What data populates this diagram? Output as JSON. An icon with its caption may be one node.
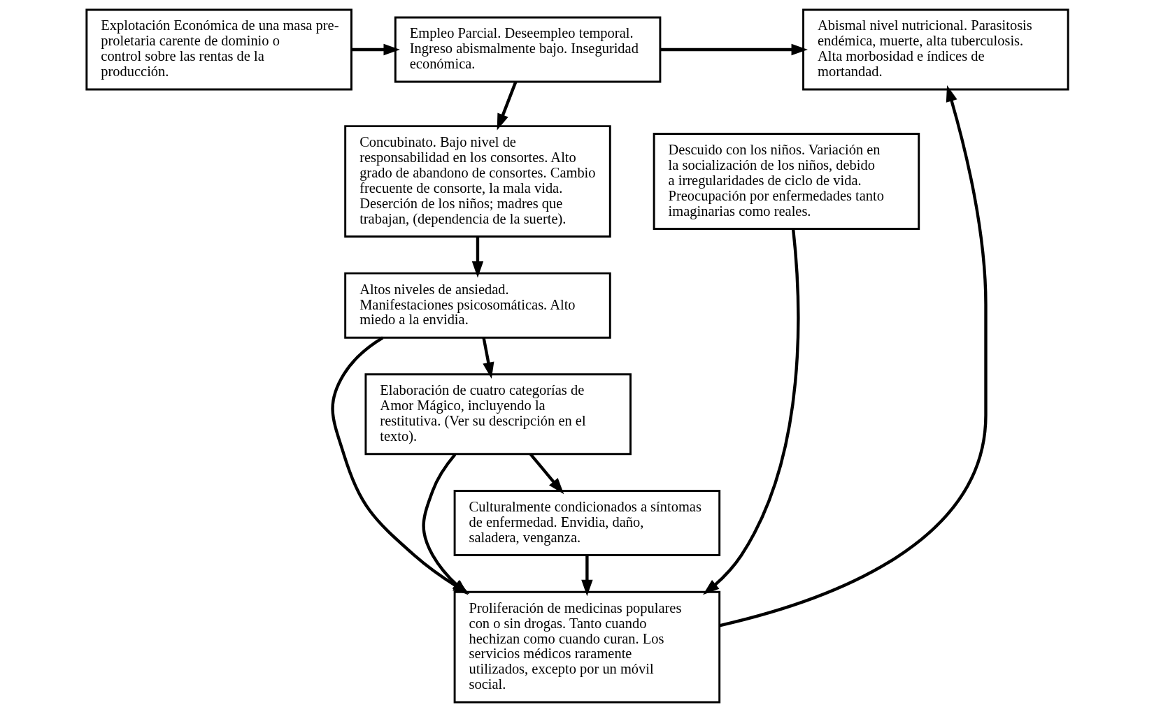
{
  "diagram": {
    "nodes": [
      {
        "text": [
          "Explotación Económica de una masa pre-proletaria carente de dominio o control sobre las rentas de la producción."
        ]
      },
      {
        "text": [
          "Empleo Parcial. Deseempleo temporal. Ingreso abismalmente bajo. Inseguridad económica."
        ]
      },
      {
        "text": [
          "Abismal nivel nutricional. Parasitosis endémica, muerte, alta tuberculosis. Alta morbosidad e índices de mortandad."
        ]
      },
      {
        "text": [
          "Concubinato. Bajo nivel de responsabilidad en los consortes. Alto grado de abandono de consortes. Cambio frecuente de consorte, la mala vida. Deserción de los niños; madres que trabajan, (dependencia de la suerte)."
        ]
      },
      {
        "text": [
          "Descuido con los niños. Variación en la socialización de los niños, debido a irregularidades de ciclo de vida. Preocupación por enfermedades tanto imaginarias como reales."
        ]
      },
      {
        "text": [
          "Altos niveles de ansiedad. Manifestaciones psicosomáticas. Alto miedo a la envidia."
        ]
      },
      {
        "text": [
          "Proliferación de medicinas populares con o sin drogas. Tanto cuando hechizan como cuando curan. Los servicios médicos raramente utilizados, excepto por un móvil social."
        ]
      },
      {
        "text": [
          "Elaboración de cuatro categorías de Amor Mágico, incluyendo la restitutiva. (Ver su descripción en el texto)."
        ]
      },
      {
        "text": [
          "Culturalmente condicionados a síntomas de enfermedad. Envidia, daño, saladera, venganza."
        ]
      }
    ],
    "edges": [
      {
        "from": 0,
        "to": 1,
        "arrow": "to"
      },
      {
        "from": 1,
        "to": 2,
        "arrow": "to"
      },
      {
        "from": 1,
        "to": 3,
        "arrow": "to"
      },
      {
        "from": 3,
        "to": 5,
        "arrow": "to"
      },
      {
        "from": 4,
        "to": 6,
        "arrow": "to"
      },
      {
        "from": 5,
        "to": 6,
        "arrow": "to"
      },
      {
        "from": 5,
        "to": 7,
        "arrow": "to"
      },
      {
        "from": 7,
        "to": 6,
        "arrow": "to"
      },
      {
        "from": 7,
        "to": 8,
        "arrow": "to"
      },
      {
        "from": 8,
        "to": 6,
        "arrow": "to"
      },
      {
        "from": 6,
        "to": 2,
        "arrow": "to"
      }
    ]
  }
}
